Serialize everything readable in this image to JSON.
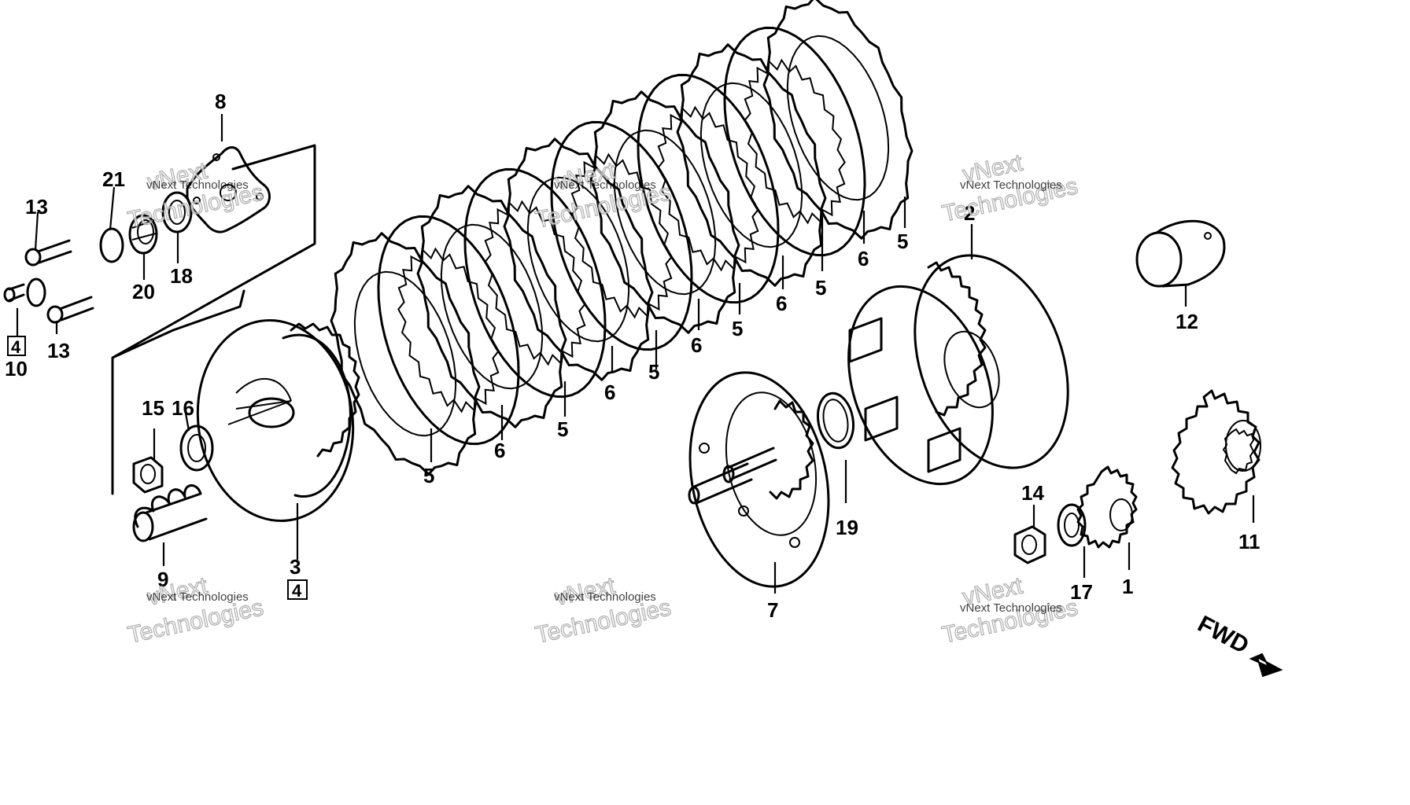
{
  "callouts": {
    "c1": "1",
    "c2": "2",
    "c3": "3",
    "c3_box": "4",
    "c5a": "5",
    "c5b": "5",
    "c5c": "5",
    "c5d": "5",
    "c5e": "5",
    "c5f": "5",
    "c6a": "6",
    "c6b": "6",
    "c6c": "6",
    "c6d": "6",
    "c6e": "6",
    "c7": "7",
    "c8": "8",
    "c9": "9",
    "c10": "10",
    "c10_box": "4",
    "c11": "11",
    "c12": "12",
    "c13a": "13",
    "c13b": "13",
    "c14": "14",
    "c15": "15",
    "c16": "16",
    "c17": "17",
    "c18": "18",
    "c19": "19",
    "c20": "20",
    "c21": "21"
  },
  "fwd_label": "FWD",
  "watermark": {
    "company_small": "vNext Technologies",
    "line_a": "vNext",
    "line_b": "Technologies"
  },
  "plate_sequence": [
    "5",
    "6",
    "5",
    "6",
    "5",
    "6",
    "5",
    "6",
    "5",
    "6",
    "5"
  ],
  "icons": {
    "direction": "arrow-right-down-icon"
  }
}
